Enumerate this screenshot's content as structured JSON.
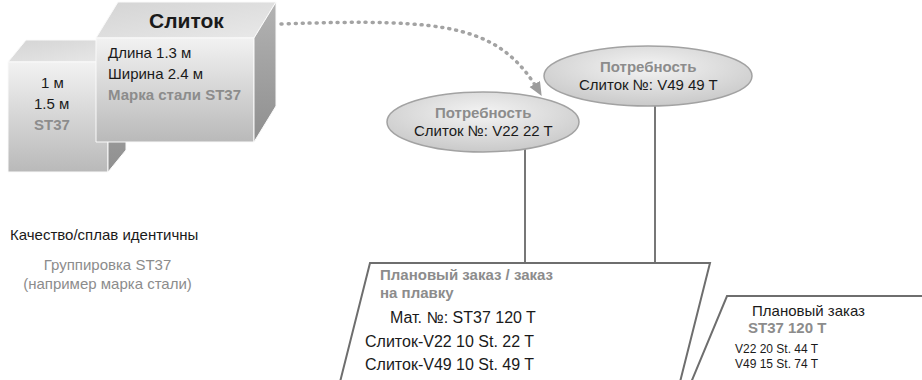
{
  "diagram": {
    "nodes": [
      {
        "text": [
          "1 м",
          "1.5 м",
          "ST37"
        ]
      },
      {
        "text": [
          "Слиток",
          "Длина 1.3 м",
          "Ширина 2.4 м",
          "Марка стали ST37"
        ]
      },
      {
        "text": [
          "Потребность",
          "Слиток №: V22 22 T"
        ]
      },
      {
        "text": [
          "Потребность",
          "Слиток №: V49 49 T"
        ]
      },
      {
        "text": [
          "Плановый заказ / заказ на плавку",
          "Мат. №: ST37 120 T",
          "Слиток-V22 10 St. 22 T",
          "Слиток-V49 10 St. 49 T"
        ]
      },
      {
        "text": [
          "Плановый заказ",
          "ST37 120 T",
          "V22 20 St. 44 T",
          "V49 15 St. 74 T"
        ]
      }
    ],
    "edges": [
      {
        "from": 1,
        "to": 2,
        "arrow": "to"
      },
      {
        "from": 2,
        "to": 4,
        "arrow": "none"
      },
      {
        "from": 3,
        "to": 4,
        "arrow": "none"
      }
    ],
    "labels": [
      "Качество/сплав идентичны",
      "Группировка ST37 (например марка стали)"
    ]
  }
}
